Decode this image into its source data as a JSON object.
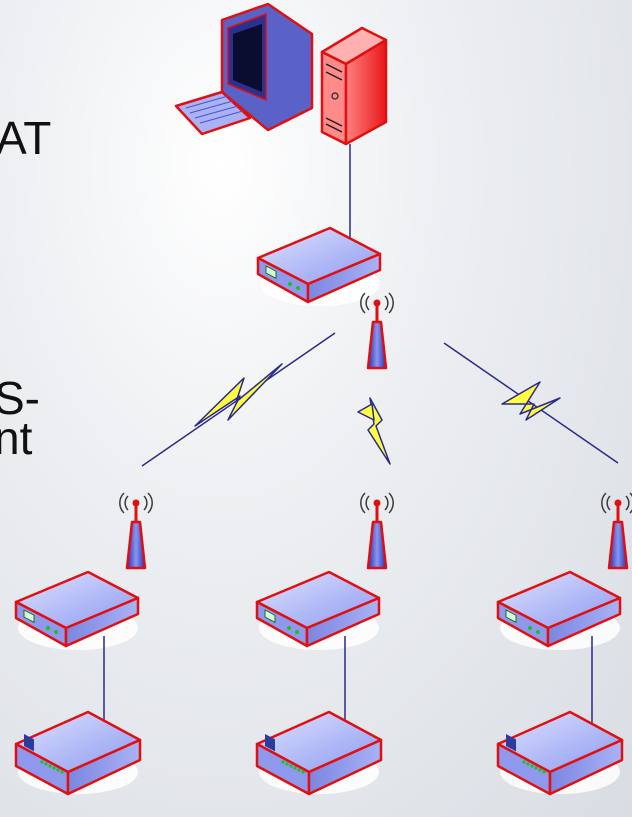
{
  "slide": {
    "text_fragment_top": "AT",
    "text_fragment_mid_line1": "S-",
    "text_fragment_mid_line2": "nt"
  },
  "diagram": {
    "colors": {
      "device_fill": "#9aa6f5",
      "device_outline": "#e01010",
      "server_fill": "#ff4a4a",
      "link_line": "#2a2a8a",
      "lightning_fill": "#ffff40",
      "antenna": "#4050d0"
    },
    "nodes": [
      {
        "id": "computer",
        "icon": "workstation-icon"
      },
      {
        "id": "server",
        "icon": "server-tower-icon"
      },
      {
        "id": "central-bridge",
        "icon": "network-modem-icon"
      },
      {
        "id": "central-antenna",
        "icon": "wireless-antenna-icon"
      },
      {
        "id": "remote-left-antenna",
        "icon": "wireless-antenna-icon"
      },
      {
        "id": "remote-mid-antenna",
        "icon": "wireless-antenna-icon"
      },
      {
        "id": "remote-right-antenna",
        "icon": "wireless-antenna-icon"
      },
      {
        "id": "remote-left-bridge",
        "icon": "network-modem-icon"
      },
      {
        "id": "remote-mid-bridge",
        "icon": "network-modem-icon"
      },
      {
        "id": "remote-right-bridge",
        "icon": "network-modem-icon"
      },
      {
        "id": "remote-left-switch",
        "icon": "network-switch-icon"
      },
      {
        "id": "remote-mid-switch",
        "icon": "network-switch-icon"
      },
      {
        "id": "remote-right-switch",
        "icon": "network-switch-icon"
      }
    ],
    "links": [
      {
        "from": "server",
        "to": "central-bridge",
        "type": "wired"
      },
      {
        "from": "central-antenna",
        "to": "remote-left-antenna",
        "type": "wireless"
      },
      {
        "from": "central-antenna",
        "to": "remote-mid-antenna",
        "type": "wireless"
      },
      {
        "from": "central-antenna",
        "to": "remote-right-antenna",
        "type": "wireless"
      },
      {
        "from": "remote-left-bridge",
        "to": "remote-left-switch",
        "type": "wired"
      },
      {
        "from": "remote-mid-bridge",
        "to": "remote-mid-switch",
        "type": "wired"
      },
      {
        "from": "remote-right-bridge",
        "to": "remote-right-switch",
        "type": "wired"
      }
    ]
  }
}
